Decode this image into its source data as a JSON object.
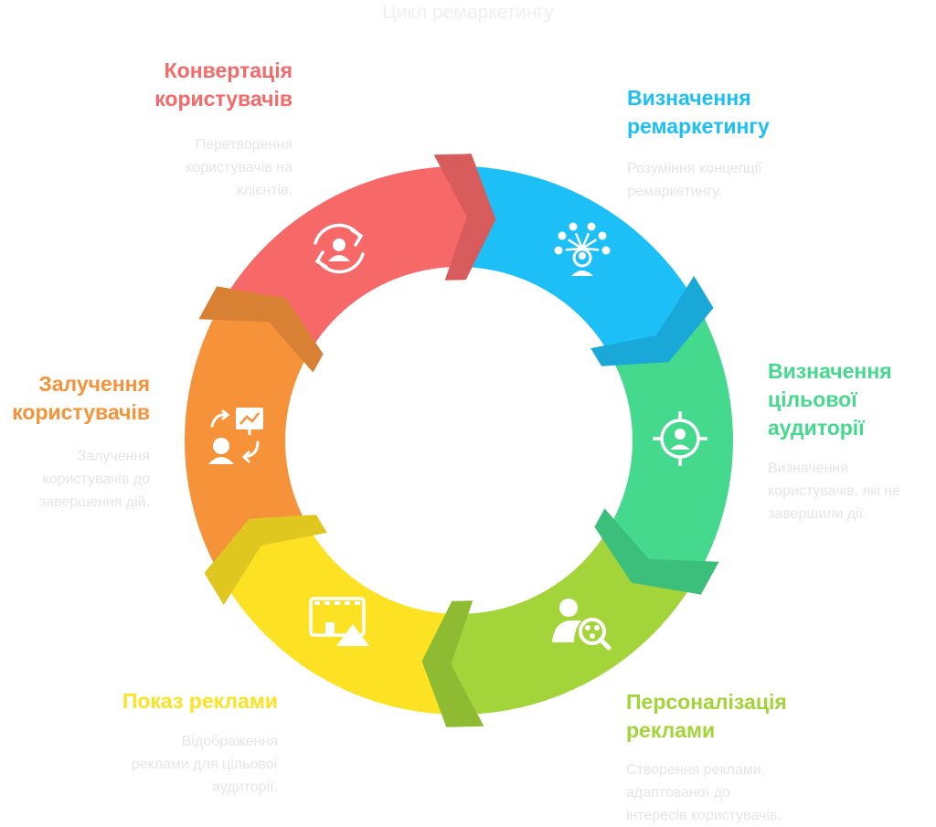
{
  "title": "Цикл ремаркетингу",
  "steps": [
    {
      "id": "definition",
      "title_lines": [
        "Визначення",
        "ремаркетингу"
      ],
      "desc_lines": [
        "Розуміння концепції",
        "ремаркетингу."
      ],
      "color": "#1cbff6",
      "icon": "network-person-icon"
    },
    {
      "id": "audience",
      "title_lines": [
        "Визначення",
        "цільової",
        "аудиторії"
      ],
      "desc_lines": [
        "Визначення",
        "користувачів, які не",
        "завершили дії."
      ],
      "color": "#45d98d",
      "icon": "target-person-icon"
    },
    {
      "id": "personalization",
      "title_lines": [
        "Персоналізація",
        "реклами"
      ],
      "desc_lines": [
        "Створення реклами,",
        "адаптованої до",
        "інтересів користувачів."
      ],
      "color": "#a3d439",
      "icon": "person-magnifier-icon"
    },
    {
      "id": "display",
      "title_lines": [
        "Показ реклами"
      ],
      "desc_lines": [
        "Відображення",
        "реклами для цільової",
        "аудиторії."
      ],
      "color": "#fde223",
      "icon": "video-megaphone-icon"
    },
    {
      "id": "engagement",
      "title_lines": [
        "Залучення",
        "користувачів"
      ],
      "desc_lines": [
        "Залучення",
        "користувачів до",
        "завершення дій."
      ],
      "color": "#f5923a",
      "icon": "person-presentation-icon"
    },
    {
      "id": "conversion",
      "title_lines": [
        "Конвертація",
        "користувачів"
      ],
      "desc_lines": [
        "Перетворення",
        "користувачів на",
        "клієнтів."
      ],
      "color": "#f76868",
      "icon": "person-cycle-icon"
    }
  ]
}
